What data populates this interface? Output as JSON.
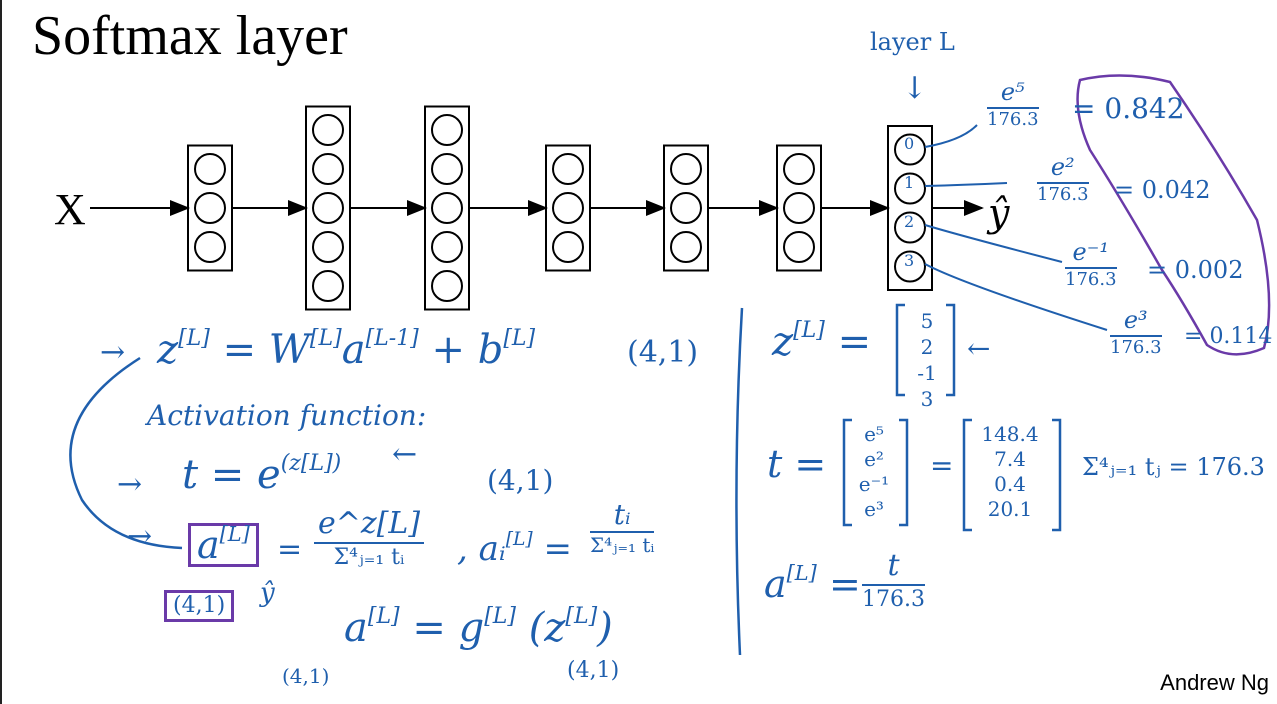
{
  "title": "Softmax layer",
  "footer": "Andrew Ng",
  "network": {
    "input_label": "X",
    "output_label": "ŷ",
    "layer_annotation": "layer L",
    "layer_sizes": [
      3,
      5,
      5,
      3,
      3,
      3,
      4
    ],
    "output_node_labels": [
      "0",
      "1",
      "2",
      "3"
    ]
  },
  "softmax_outputs": [
    {
      "num": "e⁵",
      "den": "176.3",
      "value": "0.842"
    },
    {
      "num": "e²",
      "den": "176.3",
      "value": "0.042"
    },
    {
      "num": "e⁻¹",
      "den": "176.3",
      "value": "0.002"
    },
    {
      "num": "e³",
      "den": "176.3",
      "value": "0.114"
    }
  ],
  "left_notes": {
    "z_eq": "z",
    "z_sup": "[L]",
    "z_rhs_w": "= W",
    "z_rhs_w_sup": "[L]",
    "z_rhs_a": "a",
    "z_rhs_a_sup": "[L-1]",
    "z_rhs_b": "+ b",
    "z_rhs_b_sup": "[L]",
    "z_shape": "(4,1)",
    "activation_title": "Activation function:",
    "t_eq": "t = e",
    "t_exp": "(z[L])",
    "t_shape": "(4,1)",
    "a_label": "a",
    "a_sup": "[L]",
    "a_eq": "=",
    "a_num": "e^z[L]",
    "a_den": "Σ⁴ⱼ₌₁ tᵢ",
    "ai_label": ", aᵢ",
    "ai_sup": "[L]",
    "ai_eq": "=",
    "ai_num": "tᵢ",
    "ai_den": "Σ⁴ⱼ₌₁ tᵢ",
    "a_shape": "(4,1)",
    "yhat_note": "ŷ",
    "g_eq_a": "a",
    "g_eq_a_sup": "[L]",
    "g_eq_rhs": "= g",
    "g_eq_rhs_sup": "[L]",
    "g_eq_arg": "(z",
    "g_eq_arg_sup": "[L]",
    "g_eq_close": ")",
    "g_shape_left": "(4,1)",
    "g_shape_right": "(4,1)"
  },
  "right_notes": {
    "z_label": "z",
    "z_sup": "[L]",
    "z_eq": "=",
    "z_vector": [
      "5",
      "2",
      "-1",
      "3"
    ],
    "t_label": "t =",
    "t_vector": [
      "e⁵",
      "e²",
      "e⁻¹",
      "e³"
    ],
    "t_eq": "=",
    "t_values": [
      "148.4",
      "7.4",
      "0.4",
      "20.1"
    ],
    "sum_expr": "Σ⁴ⱼ₌₁ tⱼ = 176.3",
    "a_label": "a",
    "a_sup": "[L]",
    "a_eq": "=",
    "a_num": "t",
    "a_den": "176.3"
  },
  "colors": {
    "ink": "#1f5fad",
    "highlight": "#6a3aa8",
    "network": "#000000"
  }
}
